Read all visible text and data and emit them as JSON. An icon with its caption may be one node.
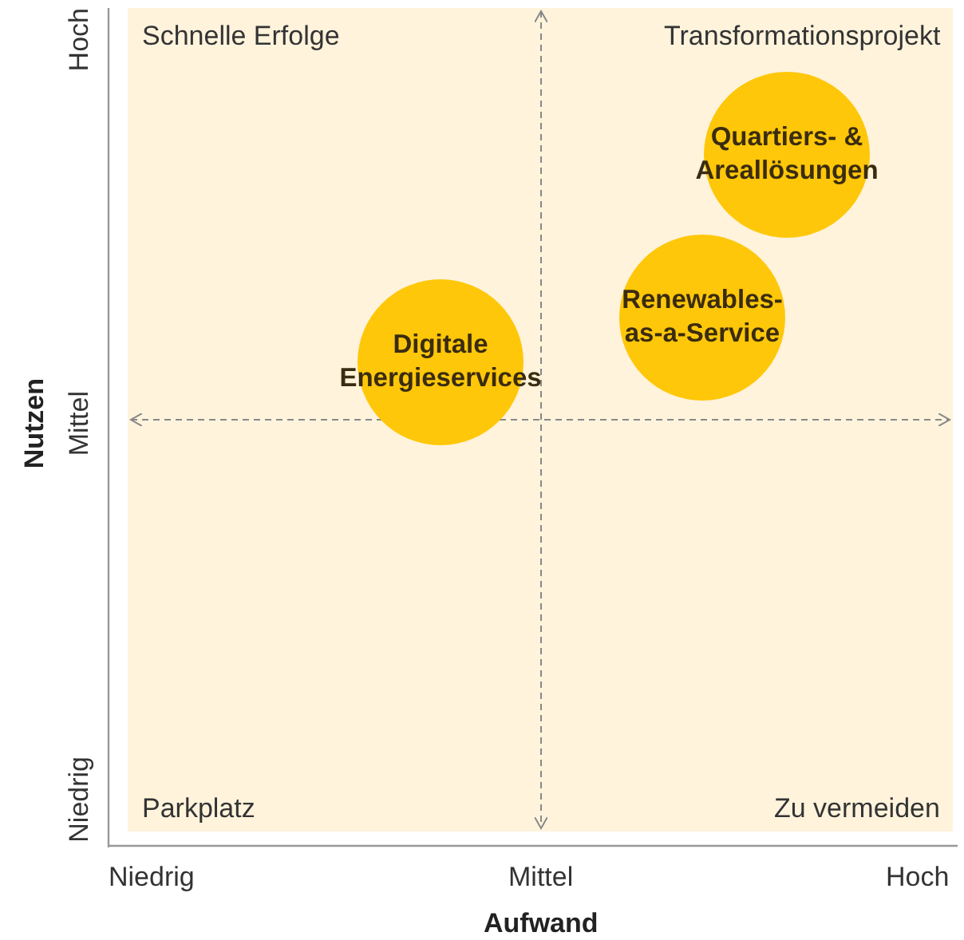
{
  "diagram": {
    "nodes": [
      {
        "text": [
          "Quartiers- & Areallösungen"
        ]
      },
      {
        "text": [
          "Renewables-as-a-Service"
        ]
      },
      {
        "text": [
          "Digitale Energieservices"
        ]
      }
    ],
    "labels": [
      "Schnelle Erfolge",
      "Transformationsprojekt",
      "Hoch",
      "Mittel",
      "Nutzen",
      "Niedrig",
      "Parkplatz",
      "Zu vermeiden",
      "Niedrig",
      "Mittel",
      "Hoch",
      "Aufwand"
    ]
  }
}
